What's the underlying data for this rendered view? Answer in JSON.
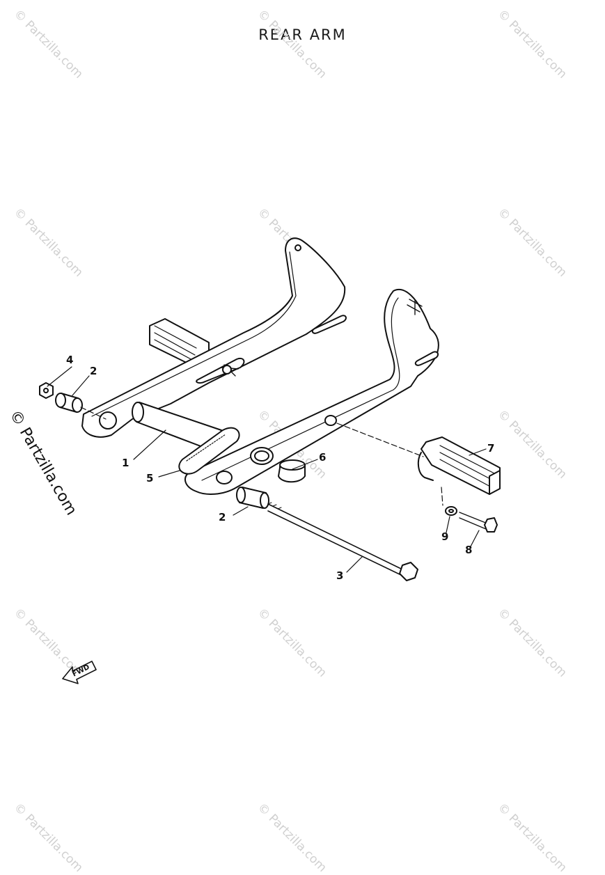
{
  "title": "REAR  ARM",
  "watermark": {
    "text": "© Partzilla.com",
    "color": "#d0d0d0"
  },
  "side_watermark": "© Partzilla.com",
  "fwd_label": "FWD",
  "callouts": [
    {
      "id": "part-1",
      "label": "1"
    },
    {
      "id": "part-2a",
      "label": "2"
    },
    {
      "id": "part-2b",
      "label": "2"
    },
    {
      "id": "part-3",
      "label": "3"
    },
    {
      "id": "part-4",
      "label": "4"
    },
    {
      "id": "part-5",
      "label": "5"
    },
    {
      "id": "part-6",
      "label": "6"
    },
    {
      "id": "part-7",
      "label": "7"
    },
    {
      "id": "part-8",
      "label": "8"
    },
    {
      "id": "part-9",
      "label": "9"
    }
  ]
}
